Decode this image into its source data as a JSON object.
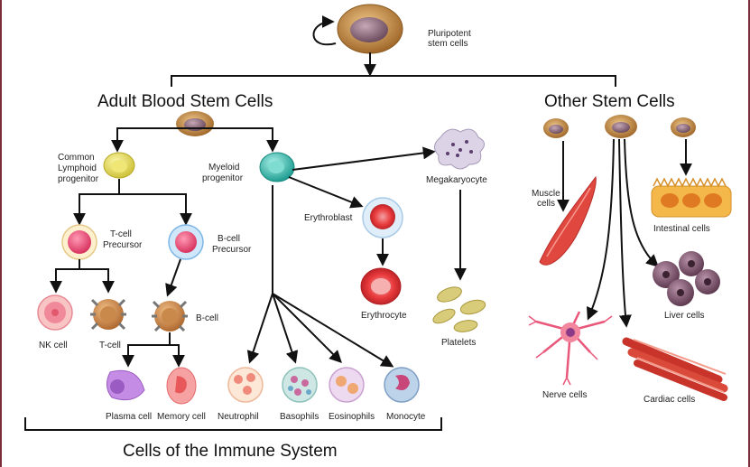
{
  "title_top": {
    "line1": "Pluripotent",
    "line2": "stem cells"
  },
  "headers": {
    "adult": "Adult Blood Stem Cells",
    "other": "Other Stem Cells",
    "immune": "Cells of the Immune System"
  },
  "labels": {
    "lymphoid": [
      "Common",
      "Lymphoid",
      "progenitor"
    ],
    "myeloid": [
      "Myeloid",
      "progenitor"
    ],
    "tcell_prec": [
      "T-cell",
      "Precursor"
    ],
    "bcell_prec": [
      "B-cell",
      "Precursor"
    ],
    "erythroblast": "Erythroblast",
    "megakaryocyte": "Megakaryocyte",
    "nk": "NK cell",
    "tcell": "T-cell",
    "bcell": "B-cell",
    "erythrocyte": "Erythrocyte",
    "platelets": "Platelets",
    "plasma": "Plasma cell",
    "memory": "Memory cell",
    "neutrophil": "Neutrophil",
    "basophils": "Basophils",
    "eosinophils": "Eosinophils",
    "monocyte": "Monocyte",
    "muscle": [
      "Muscle",
      "cells"
    ],
    "intestinal": "Intestinal cells",
    "liver": "Liver cells",
    "nerve": "Nerve cells",
    "cardiac": "Cardiac cells"
  },
  "colors": {
    "stem_outer": "#b07a34",
    "stem_inner": "#8a6a7a",
    "lymphoid": "#e6df5a",
    "myeloid": "#3fbfb0",
    "pink": "#ef5f86",
    "red": "#e33a3f",
    "bcell_ring": "#7fb7e6",
    "nk": "#f29aa7"
  }
}
